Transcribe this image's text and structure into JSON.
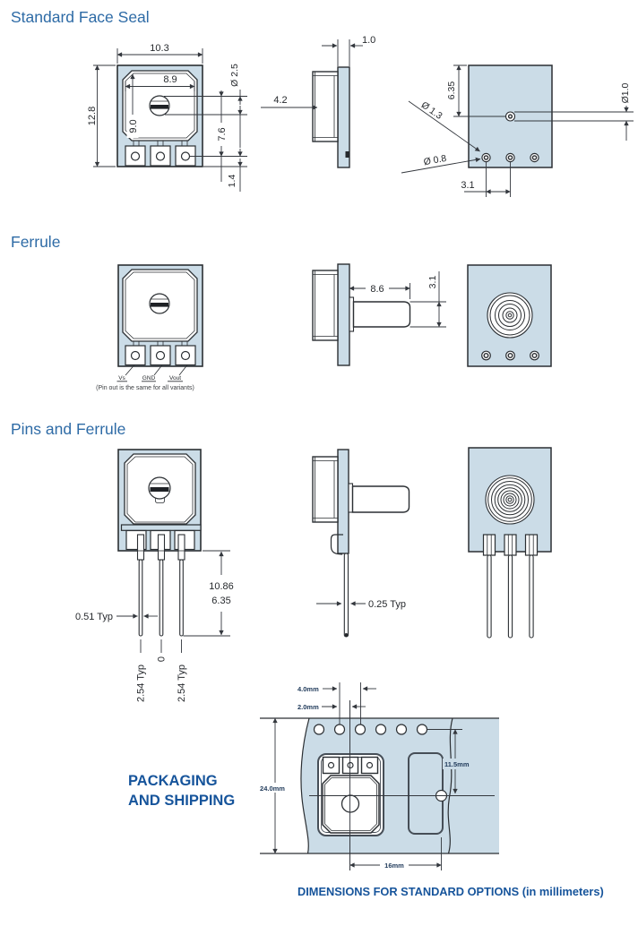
{
  "colors": {
    "heading_blue": "#2e6ba6",
    "bold_blue": "#16549b",
    "body_fill_blue": "#cbdce7",
    "line_dark": "#2b2f33"
  },
  "sections": {
    "face_seal": {
      "title": "Standard Face Seal",
      "dims": {
        "outer_width": "10.3",
        "outer_height": "12.8",
        "inner_width": "8.9",
        "inner_height": "9.0",
        "port_dia": "Ø 2.5",
        "port_to_pin": "7.6",
        "pin_to_edge": "1.4",
        "cap_thickness": "1.0",
        "depth": "4.2",
        "vent_offset": "6.35",
        "vent_dia": "Ø1.0",
        "pin_hole_outer": "Ø 1.3",
        "pin_hole_inner": "Ø 0.8",
        "pin_pitch": "3.1"
      }
    },
    "ferrule": {
      "title": "Ferrule",
      "pin_labels": [
        "Vs",
        "GND",
        "Vout"
      ],
      "caption": "(Pin out is the same for all variants)",
      "dims": {
        "tube_length": "8.6",
        "tube_dia": "3.1"
      }
    },
    "pins_ferrule": {
      "title": "Pins and Ferrule",
      "dims": {
        "pin_length_long": "10.86",
        "pin_length_short": "6.35",
        "pin_width": "0.51 Typ",
        "pitch_left": "2.54 Typ",
        "datum": "0",
        "pitch_right": "2.54 Typ",
        "pin_thickness": "0.25 Typ"
      }
    },
    "packaging": {
      "heading_line1": "PACKAGING",
      "heading_line2": "AND SHIPPING",
      "dims": {
        "hole_pitch": "4.0mm",
        "hole_offset": "2.0mm",
        "tape_width": "24.0mm",
        "pocket_height": "11.5mm",
        "pocket_pitch": "16mm"
      }
    },
    "footer": {
      "text": "DIMENSIONS FOR STANDARD OPTIONS (in millimeters)"
    }
  }
}
